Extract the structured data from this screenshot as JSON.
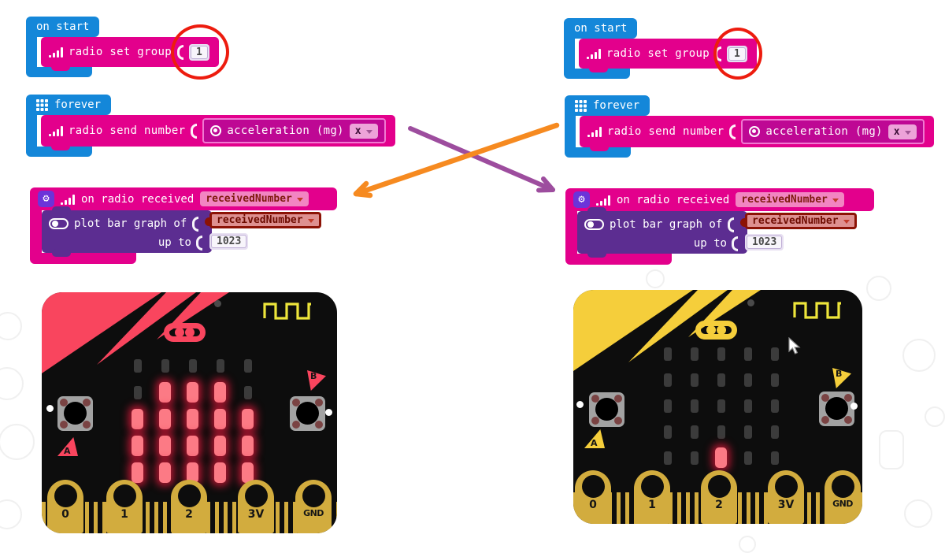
{
  "workspaces": {
    "left": {
      "on_start": {
        "head": "on start",
        "set_group_label": "radio set group",
        "group_value": "1"
      },
      "forever": {
        "head": "forever",
        "send_label": "radio send number",
        "acceleration_label": "acceleration (mg)",
        "axis_value": "x"
      },
      "receiver": {
        "head": "on radio received",
        "var_name": "receivedNumber",
        "plot_label": "plot bar graph of",
        "plot_var": "receivedNumber",
        "up_to_label": "up to",
        "max_value": "1023"
      }
    },
    "right": {
      "on_start": {
        "head": "on start",
        "set_group_label": "radio set group",
        "group_value": "1"
      },
      "forever": {
        "head": "forever",
        "send_label": "radio send number",
        "acceleration_label": "acceleration (mg)",
        "axis_value": "x"
      },
      "receiver": {
        "head": "on radio received",
        "var_name": "receivedNumber",
        "plot_label": "plot bar graph of",
        "plot_var": "receivedNumber",
        "up_to_label": "up to",
        "max_value": "1023"
      }
    }
  },
  "boards": {
    "left": {
      "button_a": "A",
      "button_b": "B",
      "pins": [
        "0",
        "1",
        "2",
        "3V",
        "GND"
      ],
      "led_pattern": [
        [
          0,
          0,
          0,
          0,
          0
        ],
        [
          0,
          1,
          1,
          1,
          0
        ],
        [
          1,
          1,
          1,
          1,
          1
        ],
        [
          1,
          1,
          1,
          1,
          1
        ],
        [
          1,
          1,
          1,
          1,
          1
        ]
      ]
    },
    "right": {
      "button_a": "A",
      "button_b": "B",
      "pins": [
        "0",
        "1",
        "2",
        "3V",
        "GND"
      ],
      "led_pattern": [
        [
          0,
          0,
          0,
          0,
          0
        ],
        [
          0,
          0,
          0,
          0,
          0
        ],
        [
          0,
          0,
          0,
          0,
          0
        ],
        [
          0,
          0,
          0,
          0,
          0
        ],
        [
          0,
          0,
          1,
          0,
          0
        ]
      ]
    }
  },
  "colors": {
    "block_blue": "#1487D9",
    "radio_magenta": "#E3008C",
    "input_magenta": "#BE0894",
    "led_purple": "#5C2D91",
    "gear_purple": "#6B34D9",
    "var_chip_bg": "#F285C2",
    "var_chip_text": "#7E1A0E",
    "chip_dd_red": "#C23B2B",
    "highlight_bg": "#DE9090",
    "highlight_border": "#8C1205",
    "num_slot_bg": "#E7DFF1",
    "num_chip_bg": "#F8F5FB",
    "num_chip_border": "#BFAFD6",
    "num_chip_text": "#4A4A4A",
    "input_chip_bg": "#EDA3D9",
    "input_chip_text": "#3D1038",
    "annotation_red": "#ED1C0E",
    "arrow_orange": "#F68A20",
    "arrow_purple": "#9D4D9E",
    "board_black": "#0D0D0D",
    "accent_left": "#F9455E",
    "accent_right": "#F5CE3B",
    "gold": "#D2AC3E",
    "wave_yellow": "#EDE53B",
    "led_on": "#FC7A85",
    "led_off": "#3B3B3B",
    "button_gray": "#A2A2A2",
    "button_dot": "#7A4343"
  }
}
